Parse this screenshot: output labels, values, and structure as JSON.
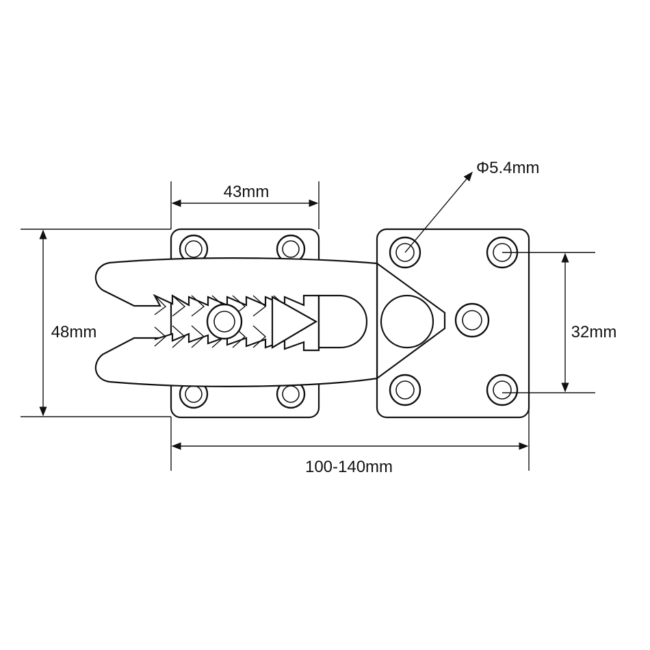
{
  "diagram": {
    "dimensions": {
      "width_43": "43mm",
      "height_48": "48mm",
      "hole_spacing_32": "32mm",
      "length_range": "100-140mm",
      "hole_diameter": "Φ5.4mm"
    },
    "colors": {
      "line": "#111111",
      "background": "#ffffff"
    }
  }
}
